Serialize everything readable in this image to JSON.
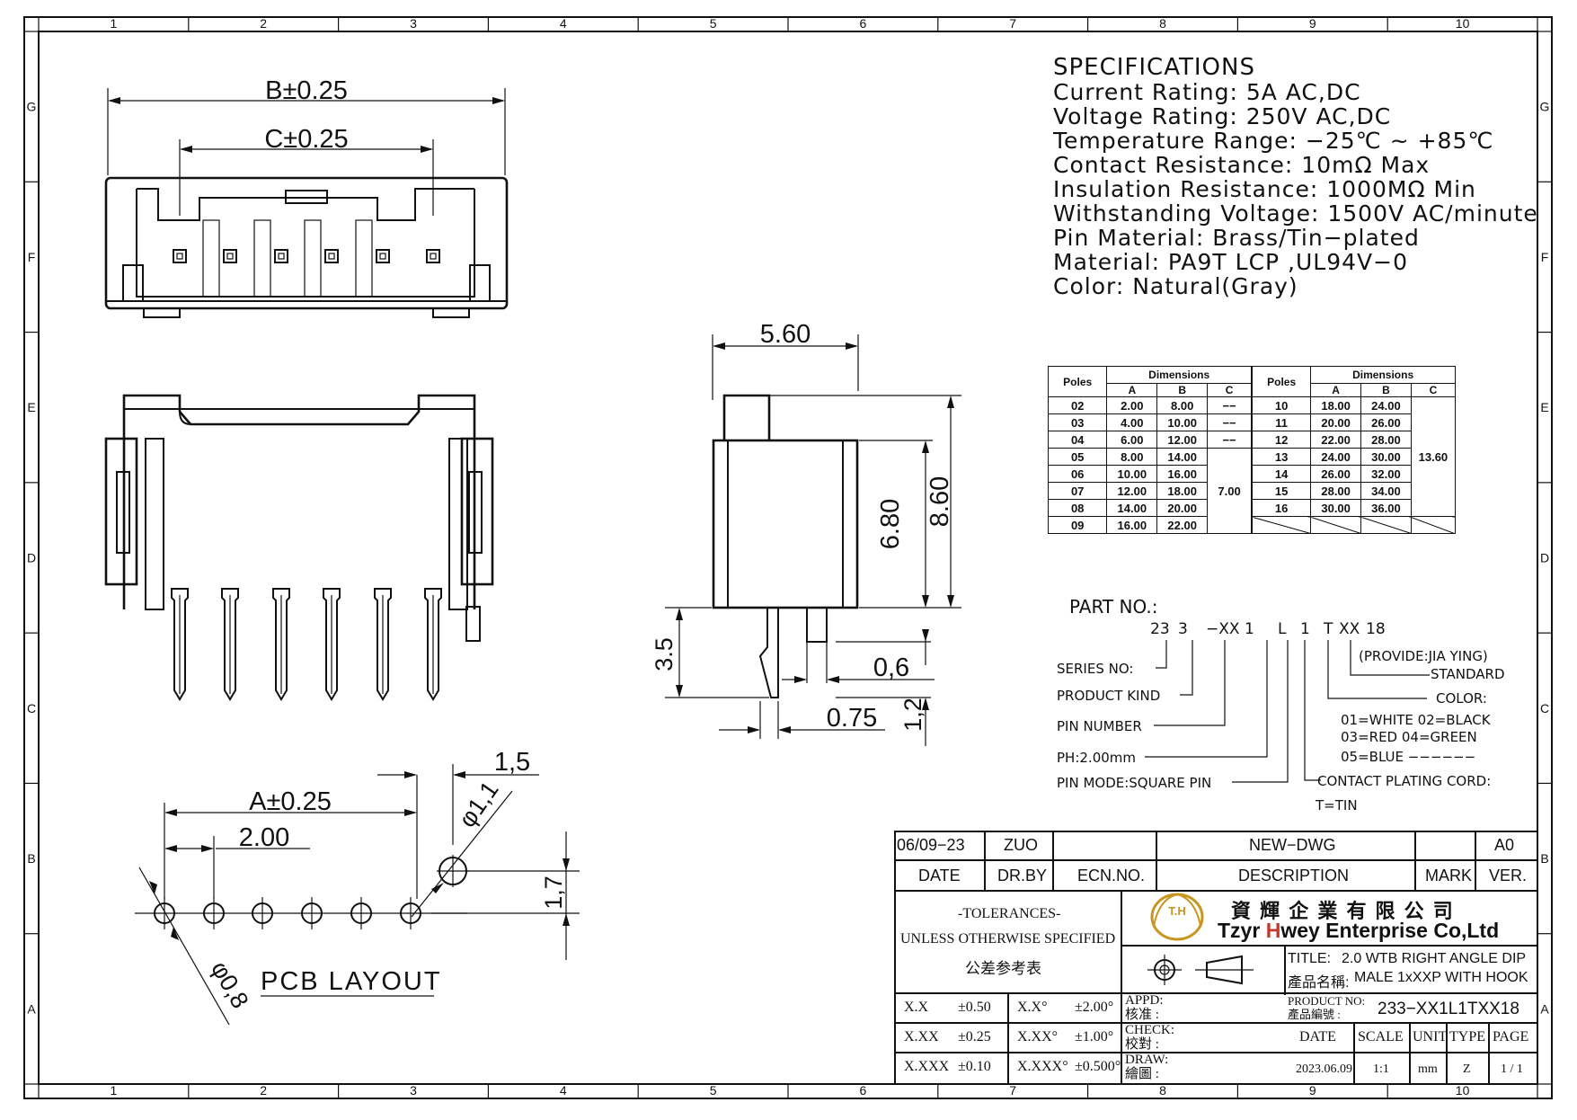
{
  "frame": {
    "col_labels": [
      "1",
      "2",
      "3",
      "4",
      "5",
      "6",
      "7",
      "8",
      "9",
      "10"
    ],
    "row_labels": [
      "G",
      "F",
      "E",
      "D",
      "C",
      "B",
      "A"
    ]
  },
  "specifications": {
    "title": "SPECIFICATIONS",
    "lines": [
      "Current Rating:  5A AC,DC",
      "Voltage Rating:  250V AC,DC",
      "Temperature Range:  −25℃ ~ +85℃",
      "Contact Resistance:  10mΩ Max",
      "Insulation Resistance:  1000MΩ Min",
      "Withstanding Voltage:  1500V AC/minute",
      "Pin Material:  Brass/Tin−plated",
      "Material:  PA9T LCP ,UL94V−0",
      "Color:  Natural(Gray)"
    ]
  },
  "dimensions_table": {
    "poles_header": "Poles",
    "dims_header": "Dimensions",
    "col_a": "A",
    "col_b": "B",
    "col_c": "C",
    "left_rows": [
      {
        "poles": "02",
        "a": "2.00",
        "b": "8.00",
        "c": "−−"
      },
      {
        "poles": "03",
        "a": "4.00",
        "b": "10.00",
        "c": "−−"
      },
      {
        "poles": "04",
        "a": "6.00",
        "b": "12.00",
        "c": "−−"
      },
      {
        "poles": "05",
        "a": "8.00",
        "b": "14.00",
        "c": ""
      },
      {
        "poles": "06",
        "a": "10.00",
        "b": "16.00",
        "c": ""
      },
      {
        "poles": "07",
        "a": "12.00",
        "b": "18.00",
        "c": "7.00"
      },
      {
        "poles": "08",
        "a": "14.00",
        "b": "20.00",
        "c": ""
      },
      {
        "poles": "09",
        "a": "16.00",
        "b": "22.00",
        "c": ""
      }
    ],
    "right_rows": [
      {
        "poles": "10",
        "a": "18.00",
        "b": "24.00"
      },
      {
        "poles": "11",
        "a": "20.00",
        "b": "26.00"
      },
      {
        "poles": "12",
        "a": "22.00",
        "b": "28.00"
      },
      {
        "poles": "13",
        "a": "24.00",
        "b": "30.00"
      },
      {
        "poles": "14",
        "a": "26.00",
        "b": "32.00"
      },
      {
        "poles": "15",
        "a": "28.00",
        "b": "34.00"
      },
      {
        "poles": "16",
        "a": "30.00",
        "b": "36.00"
      }
    ],
    "right_c": "13.60"
  },
  "part_number": {
    "title": "PART  NO.:",
    "code": [
      "23",
      "3",
      "−XX",
      "1",
      "L",
      "1",
      "T",
      "XX",
      "18"
    ],
    "labels": {
      "series": "SERIES  NO:",
      "product_kind": "PRODUCT  KIND",
      "pin_number": "PIN  NUMBER",
      "ph": "PH:2.00mm",
      "pin_mode": "PIN  MODE:SQUARE  PIN",
      "provide": "(PROVIDE:JIA  YING)",
      "standard": "STANDARD",
      "color": "COLOR:",
      "color_1": "01=WHITE  02=BLACK",
      "color_2": "03=RED     04=GREEN",
      "color_3": "05=BLUE   −−−−−−",
      "plating": "CONTACT  PLATING  CORD:",
      "tin": "T=TIN"
    }
  },
  "drawing_dims": {
    "b": "B±0.25",
    "c": "C±0.25",
    "w560": "5.60",
    "h680": "6.80",
    "h860": "8.60",
    "h35": "3.5",
    "d06": "0,6",
    "d12": "1,2",
    "d075": "0.75",
    "a": "A±0.25",
    "p200": "2.00",
    "d15": "1,5",
    "phi11": "φ1,1",
    "d17": "1,7",
    "phi08": "φ0,8",
    "pcb": "PCB  LAYOUT"
  },
  "title_block": {
    "rev_date": "06/09−23",
    "rev_by": "ZUO",
    "rev_desc": "NEW−DWG",
    "rev_ver": "A0",
    "h_date": "DATE",
    "h_drby": "DR.BY",
    "h_ecn": "ECN.NO.",
    "h_desc": "DESCRIPTION",
    "h_mark": "MARK",
    "h_ver": "VER.",
    "tol_1": "-TOLERANCES-",
    "tol_2": "UNLESS OTHERWISE SPECIFIED",
    "tol_3": "公差参考表",
    "company_cn": "資 輝 企 業 有 限 公 司",
    "company_en_1": "Tzyr ",
    "company_en_2": "H",
    "company_en_3": "wey Enterprise Co,Ltd",
    "logo_text": "T.H",
    "title_label": "TITLE:",
    "title_value": "2.0 WTB RIGHT ANGLE DIP",
    "title_cn": "產品名稱:",
    "title_value2": "MALE 1xXXP WITH HOOK",
    "tol_rows": [
      {
        "a": "X.X",
        "b": "±0.50",
        "c": "X.X°",
        "d": "±2.00°"
      },
      {
        "a": "X.XX",
        "b": "±0.25",
        "c": "X.XX°",
        "d": "±1.00°"
      },
      {
        "a": "X.XXX",
        "b": "±0.10",
        "c": "X.XXX°",
        "d": "±0.500°"
      }
    ],
    "appd": "APPD:",
    "appd_cn": "核准 :",
    "check": "CHECK:",
    "check_cn": "校對 :",
    "draw": "DRAW:",
    "draw_cn": "繪圖 :",
    "product_no_label": "PRODUCT NO:",
    "product_no_cn": "產品編號 :",
    "product_no": "233−XX1L1TXX18",
    "f_date": "DATE",
    "f_scale": "SCALE",
    "f_unit": "UNIT",
    "f_type": "TYPE",
    "f_page": "PAGE",
    "v_date": "2023.06.09",
    "v_scale": "1:1",
    "v_unit": "mm",
    "v_type": "Z",
    "v_page": "1 / 1"
  },
  "colors": {
    "line": "#111111",
    "logo_gold": "#c8961e",
    "accent_red": "#c0392b"
  }
}
